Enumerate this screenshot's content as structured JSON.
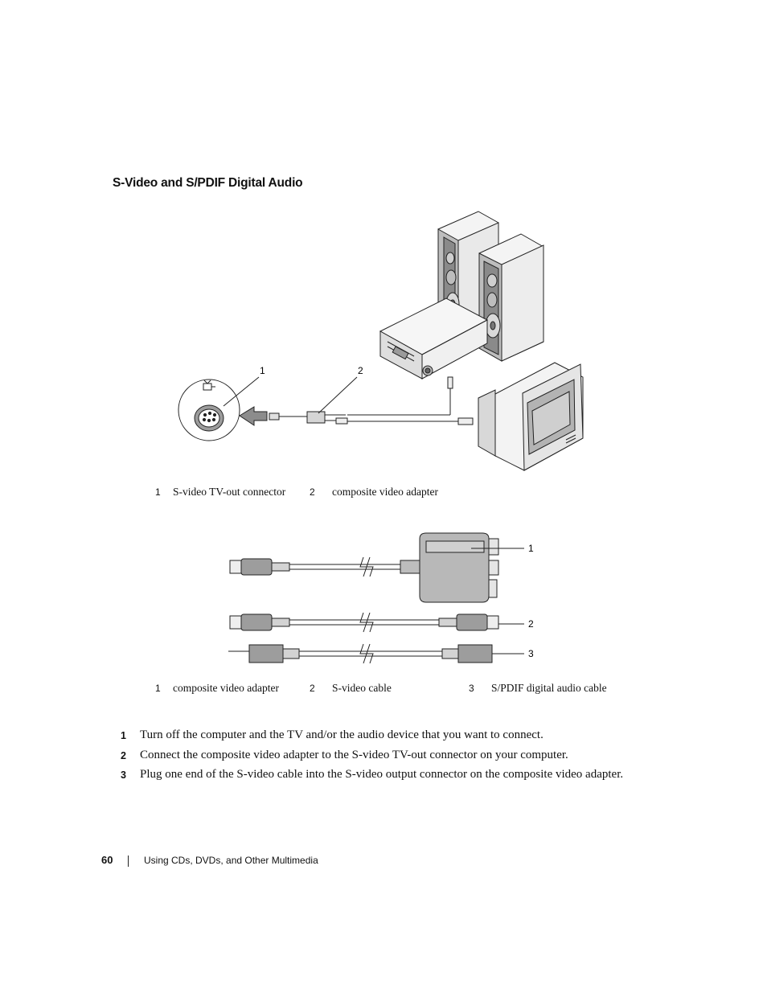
{
  "section_title": "S-Video and S/PDIF Digital Audio",
  "figure1": {
    "labels": [
      "1",
      "2"
    ],
    "callouts": [
      {
        "num": "1",
        "text": "S-video TV-out connector"
      },
      {
        "num": "2",
        "text": "composite video adapter"
      }
    ]
  },
  "figure2": {
    "labels": [
      "1",
      "2",
      "3"
    ],
    "callouts": [
      {
        "num": "1",
        "text": "composite video adapter"
      },
      {
        "num": "2",
        "text": "S-video cable"
      },
      {
        "num": "3",
        "text": "S/PDIF digital audio cable"
      }
    ]
  },
  "steps": [
    {
      "num": "1",
      "text": "Turn off the computer and the TV and/or the audio device that you want to connect."
    },
    {
      "num": "2",
      "text": "Connect the composite video adapter to the S-video TV-out connector on your computer."
    },
    {
      "num": "3",
      "text": "Plug one end of the S-video cable into the S-video output connector on the composite video adapter."
    }
  ],
  "footer": {
    "page_number": "60",
    "chapter_title": "Using CDs, DVDs, and Other Multimedia"
  }
}
